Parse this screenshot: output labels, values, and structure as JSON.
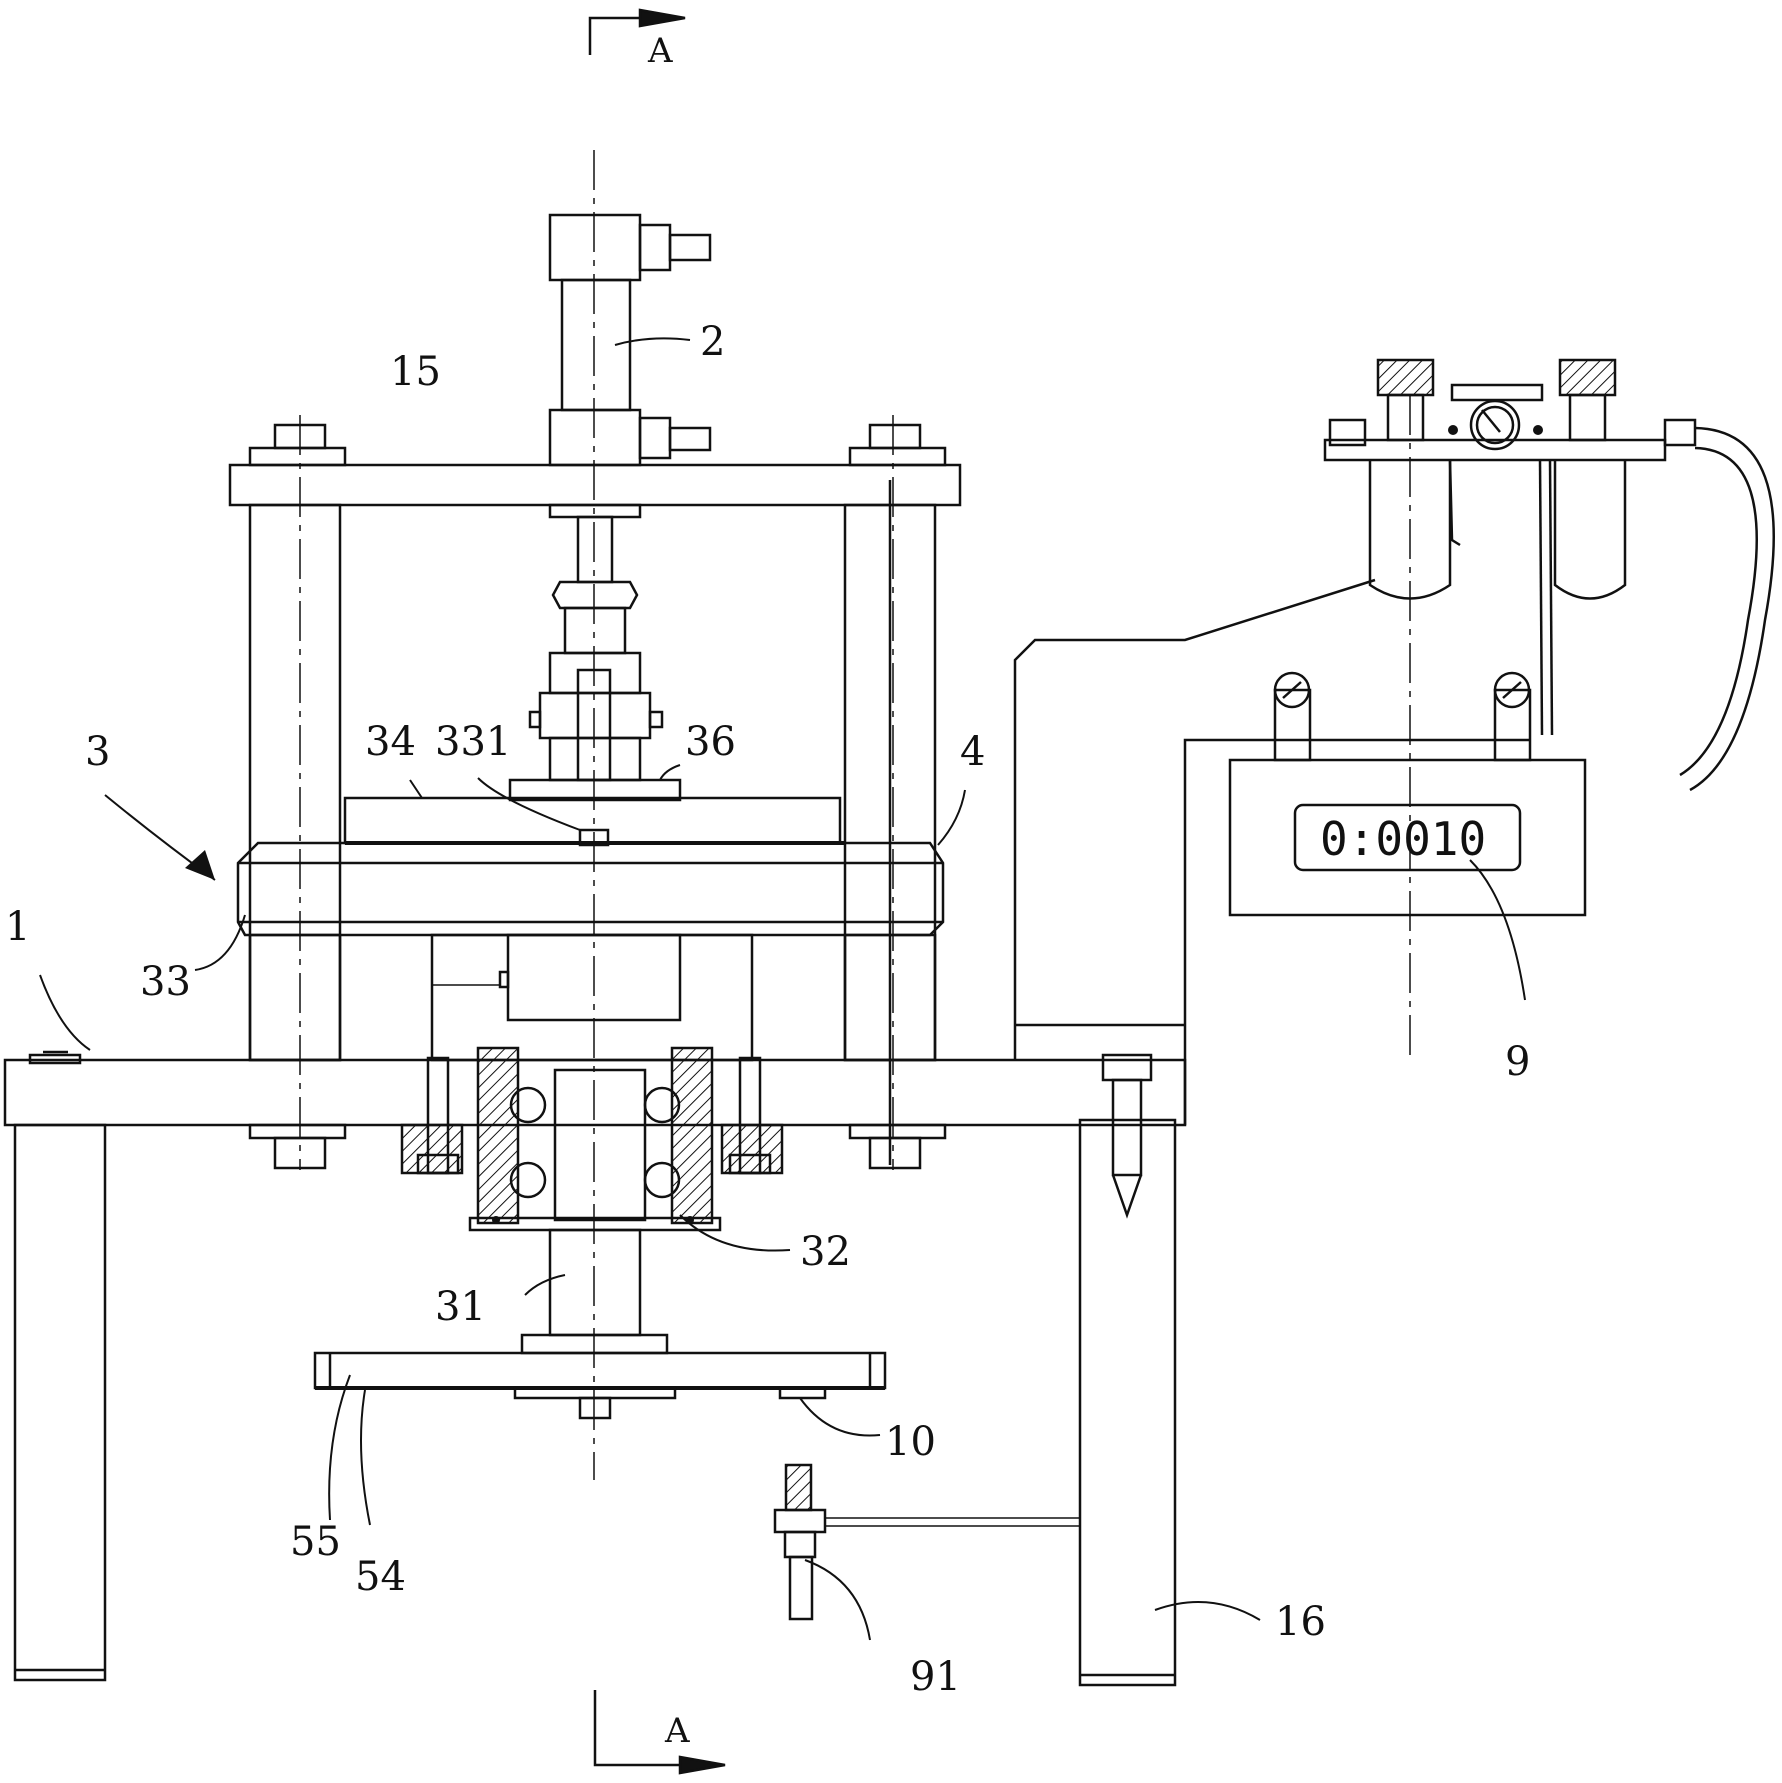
{
  "section_marks": {
    "top": "A",
    "bottom": "A"
  },
  "display": {
    "reading": "0:0010"
  },
  "labels": {
    "l1": "1",
    "l2": "2",
    "l3": "3",
    "l4": "4",
    "l9": "9",
    "l10": "10",
    "l15": "15",
    "l16": "16",
    "l31": "31",
    "l32": "32",
    "l33": "33",
    "l34": "34",
    "l331": "331",
    "l36": "36",
    "l54": "54",
    "l55": "55",
    "l91": "91"
  },
  "colors": {
    "line": "#111111",
    "background": "#ffffff"
  }
}
